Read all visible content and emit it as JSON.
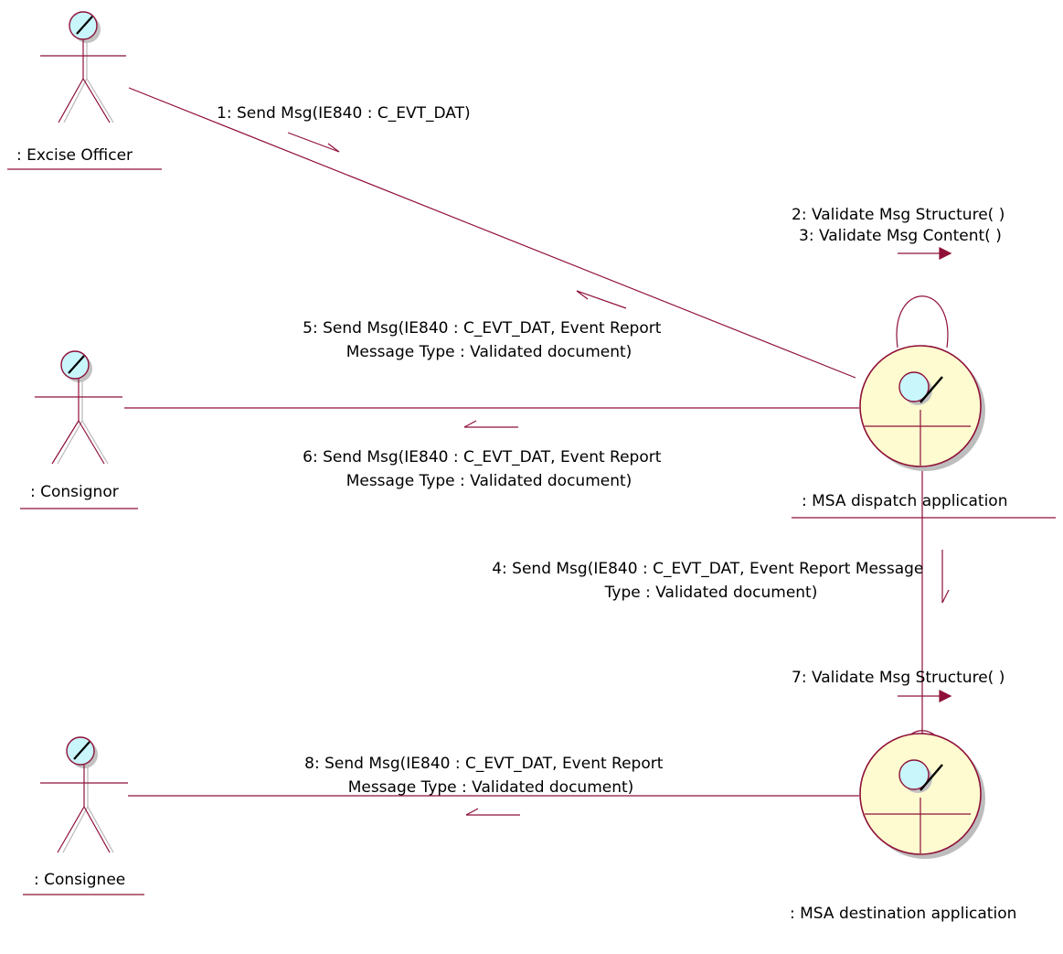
{
  "actors": {
    "excise_officer": ": Excise Officer",
    "consignor": ": Consignor",
    "consignee": ": Consignee"
  },
  "objects": {
    "dispatch": ": MSA dispatch application",
    "destination": ": MSA destination application"
  },
  "messages": {
    "m1": "1: Send Msg(IE840 : C_EVT_DAT)",
    "m2": "2: Validate Msg Structure( )",
    "m3": "3: Validate Msg Content( )",
    "m4": [
      "4: Send Msg(IE840 : C_EVT_DAT, Event Report Message",
      "Type : Validated document)"
    ],
    "m5": [
      "5: Send Msg(IE840 : C_EVT_DAT, Event Report",
      "Message Type : Validated document)"
    ],
    "m6": [
      "6: Send Msg(IE840 : C_EVT_DAT, Event Report",
      "Message Type : Validated document)"
    ],
    "m7": "7: Validate Msg Structure( )",
    "m8": [
      "8: Send Msg(IE840 : C_EVT_DAT, Event Report",
      "Message Type : Validated document)"
    ]
  },
  "colors": {
    "line": "#8e1038",
    "actor_head": "#c8f6fb",
    "object_body": "#fdfbcf"
  }
}
